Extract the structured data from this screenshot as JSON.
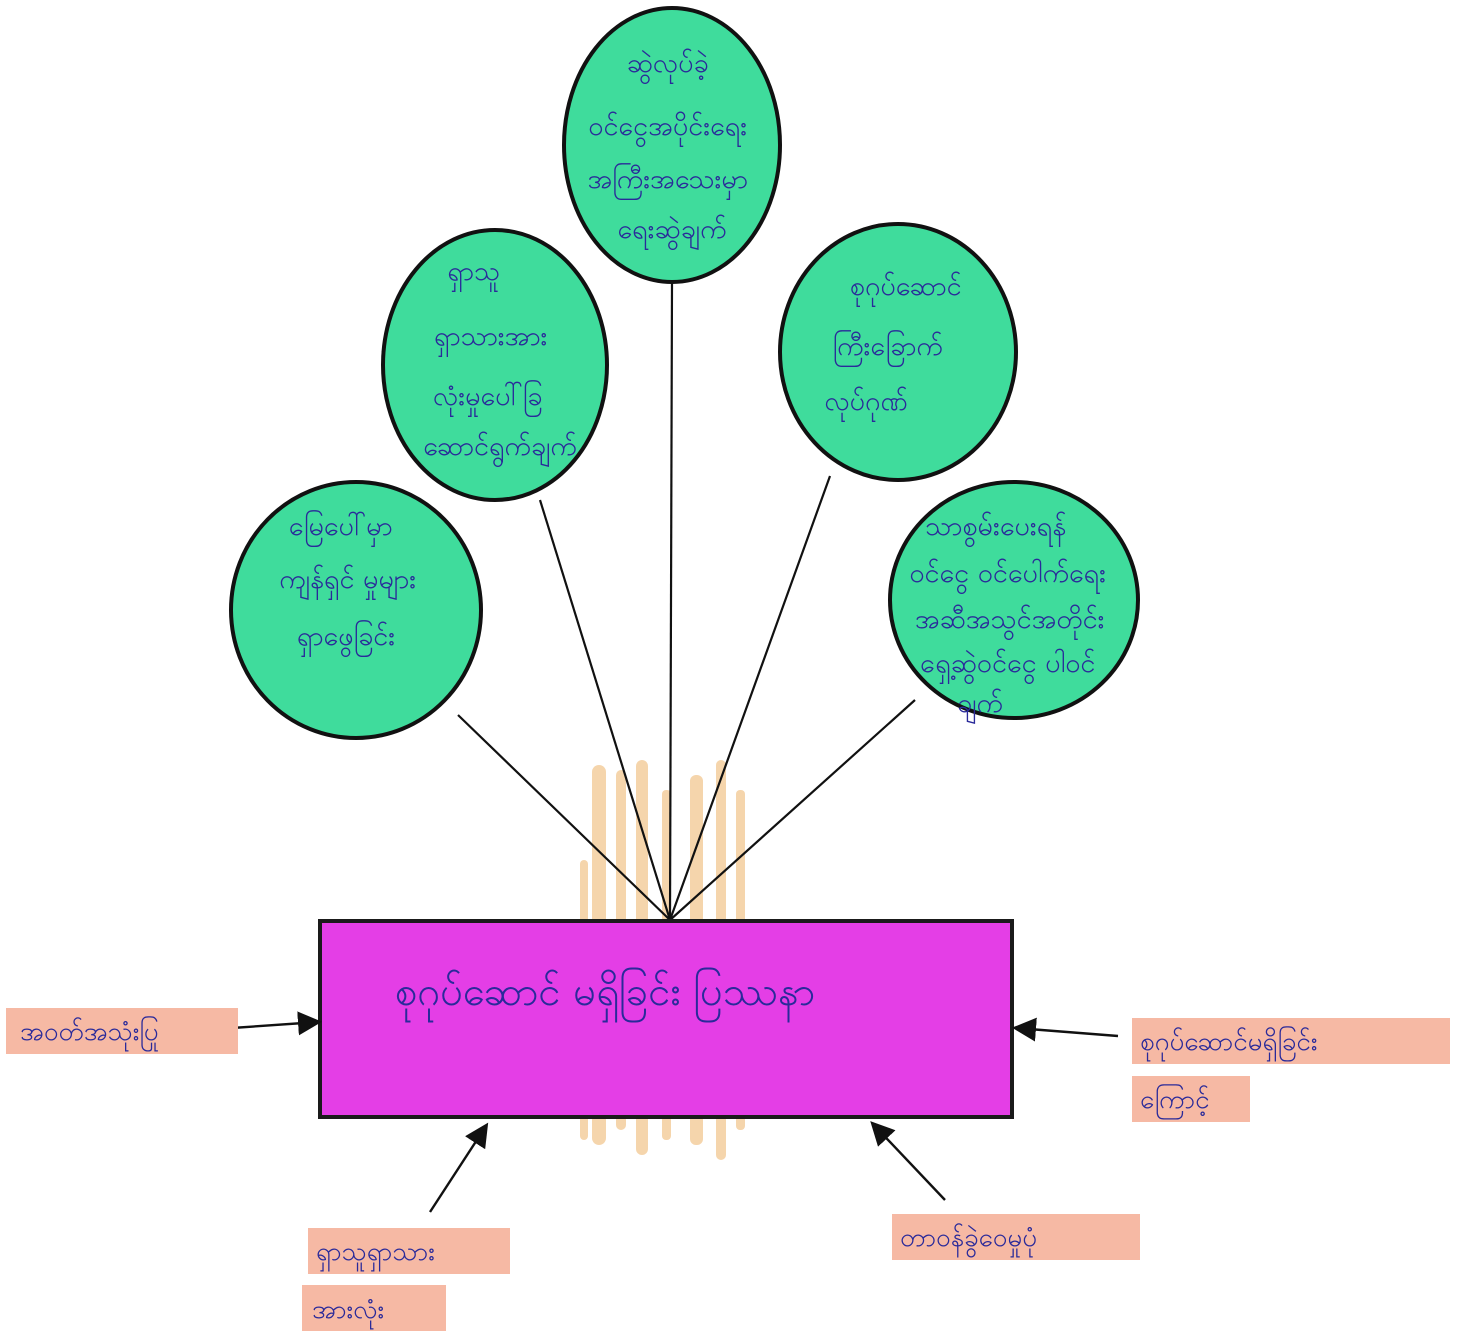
{
  "colors": {
    "bubble_fill": "#3fdc9c",
    "bubble_stroke": "#111111",
    "box_fill": "#e43ee6",
    "box_stroke": "#1a1a1a",
    "label_fill": "#f6b9a4",
    "text_color": "#2a2a9a",
    "stain": "#e9a34a"
  },
  "center": {
    "text": "စုဂုပ်ဆောင် မရှိခြင်း ပြဿနာ"
  },
  "effects": [
    {
      "id": "e1",
      "lines": [
        "မြေပေါ်မှာ",
        "ကျန်ရှင် မှုများ",
        "ရှာဖွေခြင်း"
      ]
    },
    {
      "id": "e2",
      "lines": [
        "ရှာသူ",
        "ရှာသားအား",
        "လုံးမှုပေါ်ခြ",
        "ဆောင်ရွက်ချက်"
      ]
    },
    {
      "id": "e3",
      "lines": [
        "ဆွဲလုပ်ခဲ့",
        "ဝင်ငွေအပိုင်းရေး",
        "အကြီးအသေးမှာ",
        "ရေးဆွဲချက်"
      ]
    },
    {
      "id": "e4",
      "lines": [
        "စုဂုပ်ဆောင်",
        "ကြီးခြောက်",
        "လုပ်ဂုဏ်"
      ]
    },
    {
      "id": "e5",
      "lines": [
        "သာစွမ်းပေးရန်",
        "ဝင်ငွေ ဝင်ပေါက်ရေး",
        "အဆီအသွင်အတိုင်း",
        "ရှေ့ဆွဲဝင်ငွေ ပါဝင်",
        "ချက်"
      ]
    }
  ],
  "causes": [
    {
      "id": "c1",
      "lines": [
        "အဝတ်အသုံးပြု"
      ]
    },
    {
      "id": "c2",
      "lines": [
        "စုဂုပ်ဆောင်မရှိခြင်း",
        "ကြောင့်"
      ]
    },
    {
      "id": "c3",
      "lines": [
        "ရှာသူရှာသား",
        "အားလုံး"
      ]
    },
    {
      "id": "c4",
      "lines": [
        "တာဝန်ခွဲဝေမှုပုံ"
      ]
    }
  ]
}
